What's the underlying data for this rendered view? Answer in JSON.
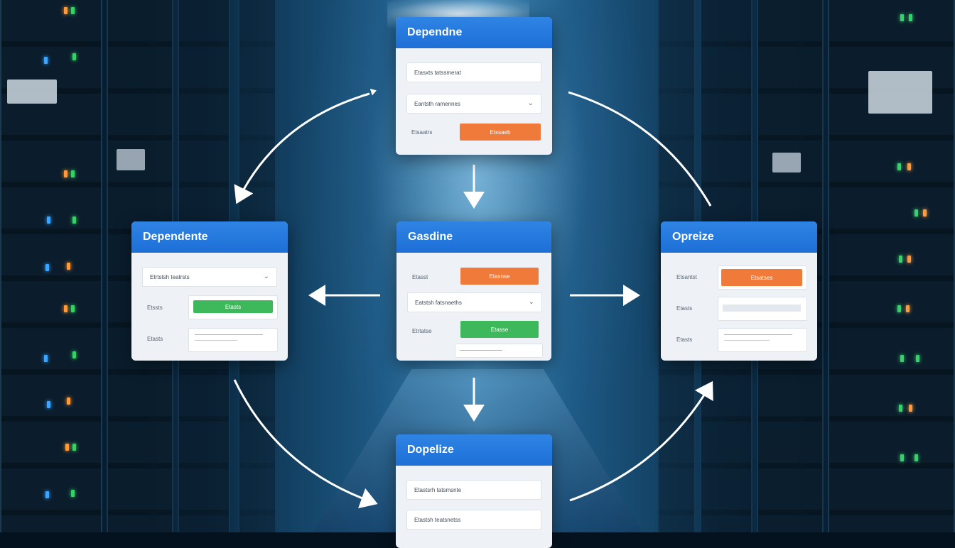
{
  "colors": {
    "header_blue": "#1d6fd6",
    "button_orange": "#ef7a3a",
    "button_green": "#3db85a",
    "panel_bg": "#eef2f7",
    "arrow": "#ffffff"
  },
  "panels": {
    "top": {
      "title": "Dependne",
      "field1": "Etasxts tatssmerat",
      "field2": "Eantsth ramennes",
      "label": "Etsaatrs",
      "button": "Etssaeb"
    },
    "left": {
      "title": "Dependente",
      "field1": "Etrtstsh teatrsts",
      "label1": "Etssts",
      "button1": "Etasts",
      "label2": "Etasts"
    },
    "center": {
      "title": "Gasdine",
      "label1": "Etasst",
      "button1": "Etasnse",
      "field1": "Eatstsh fatsnaeths",
      "label2": "Etrtatse",
      "button2": "Etasse"
    },
    "right": {
      "title": "Opreize",
      "label1": "Etsantst",
      "button1": "Etsatses",
      "label2": "Etasts",
      "label3": "Etasts"
    },
    "bottom": {
      "title": "Dopelize",
      "field1": "Etastsrh tatsmsnte",
      "field2": "Etastsh teatsnetss"
    }
  },
  "icons": [
    "chevron-down-icon",
    "arrow-icon"
  ]
}
